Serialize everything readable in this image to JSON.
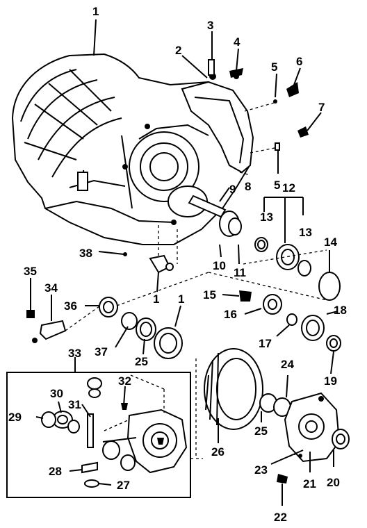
{
  "callouts": [
    "1",
    "2",
    "3",
    "4",
    "5",
    "6",
    "7",
    "8",
    "9",
    "5",
    "12",
    "13",
    "13",
    "14",
    "38",
    "10",
    "11",
    "35",
    "34",
    "1",
    "15",
    "16",
    "18",
    "36",
    "1",
    "37",
    "25",
    "17",
    "33",
    "19",
    "24",
    "32",
    "30",
    "31",
    "29",
    "26",
    "25",
    "23",
    "21",
    "20",
    "28",
    "27",
    "22"
  ],
  "shading": {
    "ink": "#000000",
    "paper": "#ffffff"
  }
}
